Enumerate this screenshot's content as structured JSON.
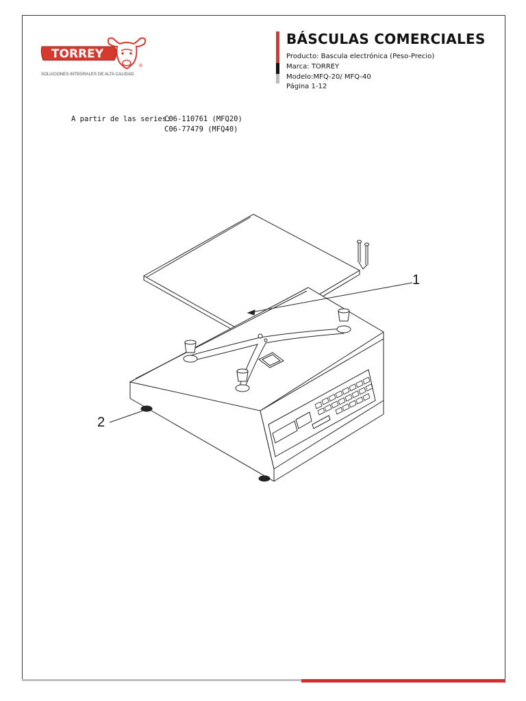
{
  "header": {
    "brand_name": "TORREY",
    "brand_tagline": "SOLUCIONES INTEGRALES DE ALTA CALIDAD",
    "title": "BÁSCULAS COMERCIALES",
    "producto": "Producto: Bascula electrónica (Peso-Precio)",
    "marca": "Marca: TORREY",
    "modelo": "Modelo:MFQ-20/ MFQ-40",
    "pagina": "Página 1-12"
  },
  "series": {
    "label": "A partir de las series:",
    "line1": "C06-110761 (MFQ20)",
    "line2": "C06-77479 (MFQ40)"
  },
  "callouts": [
    "1",
    "2"
  ],
  "colors": {
    "brand_red": "#d63a2e",
    "ink": "#111111",
    "grey": "#bbbbbb"
  },
  "icons": {
    "logo": "bull-head-icon"
  }
}
